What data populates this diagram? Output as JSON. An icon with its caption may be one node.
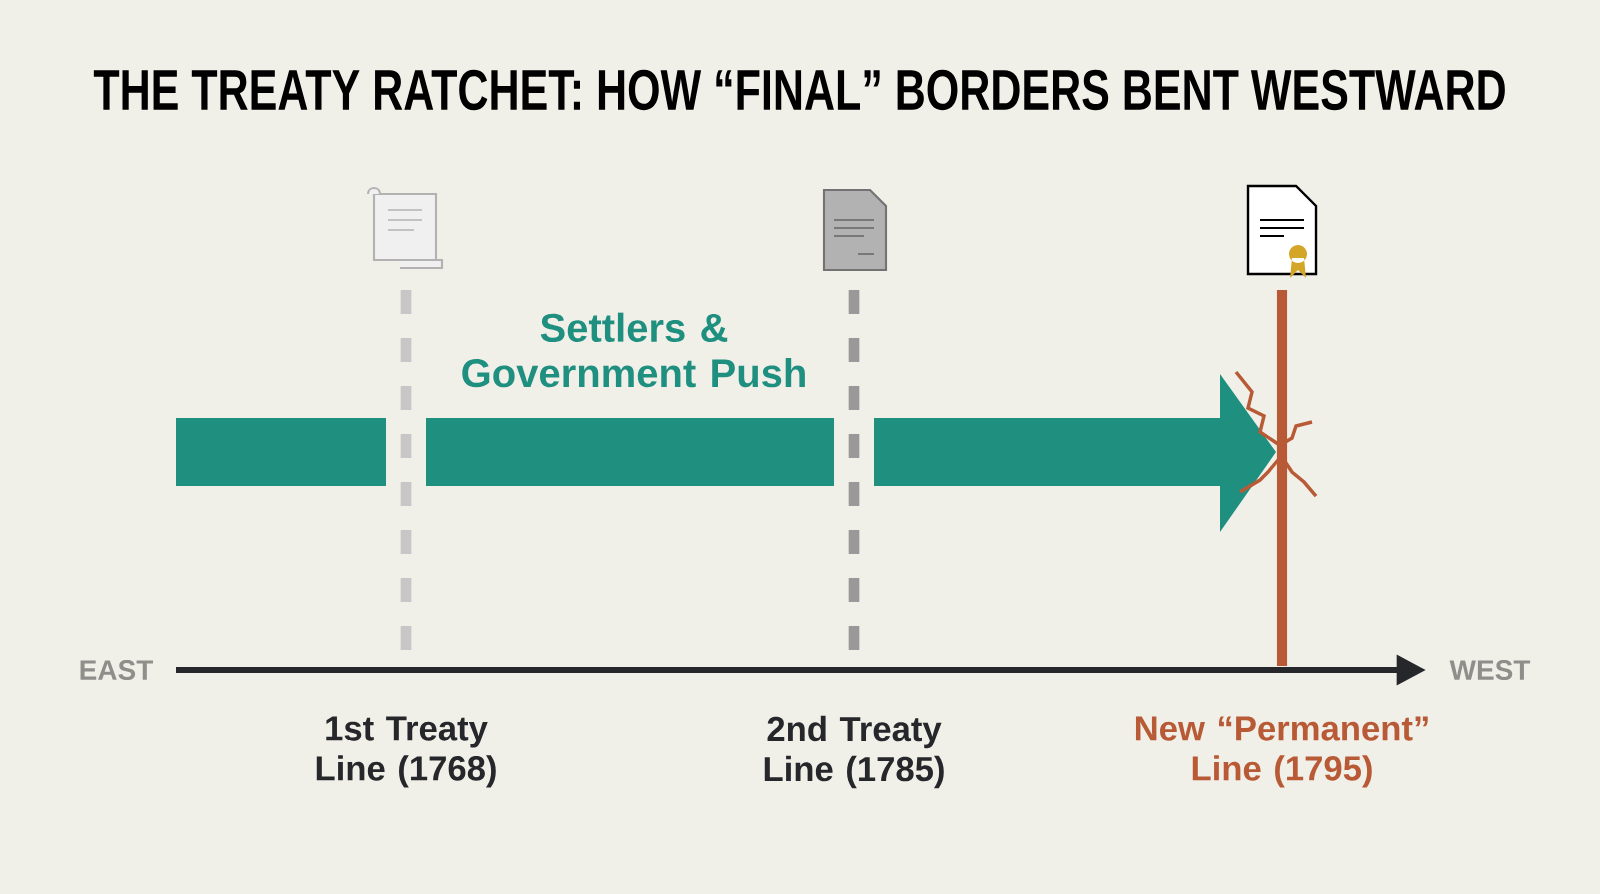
{
  "diagram": {
    "title": "THE TREATY RATCHET: HOW “FINAL” BORDERS BENT WESTWARD",
    "labels": [
      "Settlers & Government Push",
      "EAST",
      "WEST",
      "1st Treaty Line (1768)",
      "2nd Treaty Line (1785)",
      "New “Permanent” Line (1795)"
    ]
  }
}
